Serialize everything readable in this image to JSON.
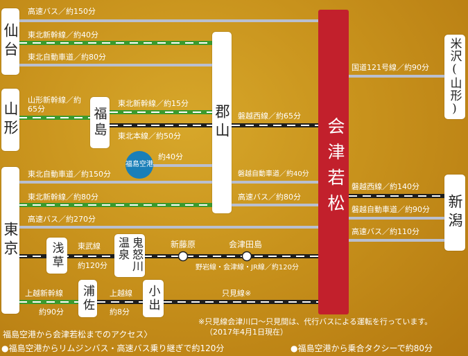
{
  "cities": {
    "sendai": "仙台",
    "yamagata": "山形",
    "tokyo": "東京",
    "fukushima": "福島",
    "koriyama": "郡山",
    "aizuwakamatsu": "会津若松",
    "yonezawa": "米沢(山形)",
    "niigata": "新潟",
    "asakusa": "浅草",
    "kinugawa_onsen": "鬼怒川温泉",
    "urasa": "浦佐",
    "koide": "小出",
    "shinfujiwara": "新藤原",
    "aizutajima": "会津田島",
    "airport": "福島空港"
  },
  "routes": {
    "sendai_bus": "高速バス／約150分",
    "sendai_shinkansen": "東北新幹線／約40分",
    "sendai_expressway": "東北自動車道／約80分",
    "yamagata_shinkansen": "山形新幹線／約65分",
    "fukushima_shinkansen": "東北新幹線／約15分",
    "fukushima_mainline": "東北本線／約50分",
    "airport_time": "約40分",
    "tokyo_expressway": "東北自動車道／約150分",
    "tokyo_shinkansen": "東北新幹線／約80分",
    "tokyo_bus": "高速バス／約270分",
    "banetsu_west": "磐越西線／約65分",
    "banetsu_expressway": "磐越自動車道／約40分",
    "koriyama_bus": "高速バス／約80分",
    "route121": "国道121号線／約90分",
    "niigata_banetsu_west": "磐越西線／約140分",
    "niigata_expressway": "磐越自動車道／約90分",
    "niigata_bus": "高速バス／約110分",
    "tobu_line": "東武線",
    "tobu_time": "約120分",
    "yagan_line": "野岩線・会津線・JR線／約120分",
    "joetsu_shinkansen": "上越新幹線",
    "joetsu_shinkansen_time": "約90分",
    "joetsu_line": "上越線",
    "joetsu_line_time": "約8分",
    "tadami_line": "只見線※"
  },
  "notes": {
    "tadami_note_1": "※只見線会津川口〜只見間は、代行バスによる運転を行っています。",
    "tadami_note_2": "（2017年4月1日現在）",
    "access_title": "福島空港から会津若松までのアクセス〉",
    "access_bus": "●福島空港からリムジンバス・高速バス乗り継ぎで約120分",
    "access_taxi": "●福島空港から乗合タクシーで約80分"
  },
  "colors": {
    "background": "#c8921c",
    "aizu_bar": "#c2202c",
    "shinkansen": "#3a9a2e",
    "rail": "#1e1e1e",
    "road": "#b9bfd0",
    "airport": "#1a7fb8"
  }
}
